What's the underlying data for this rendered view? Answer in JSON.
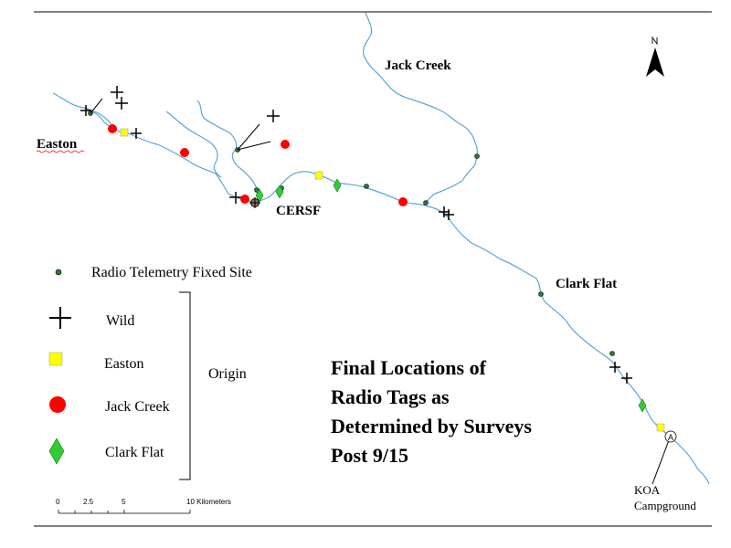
{
  "map": {
    "places": {
      "jack_creek": "Jack Creek",
      "easton": "Easton",
      "cersf": "CERSF",
      "clark_flat": "Clark Flat",
      "koa_line1": "KOA",
      "koa_line2": "Campground",
      "koa_symbol": "A"
    },
    "north_arrow_icon": "north-arrow-icon",
    "colors": {
      "river": "#5aa5d8",
      "fixed_site": "#2e7d32",
      "easton": "#ffff00",
      "jack_creek": "#ff0000",
      "clark_flat": "#33cc33"
    }
  },
  "legend": {
    "fixed_site_label": "Radio Telemetry Fixed Site",
    "wild_label": "Wild",
    "easton_label": "Easton",
    "jack_creek_label": "Jack Creek",
    "clark_flat_label": "Clark Flat",
    "origin_label": "Origin"
  },
  "title": {
    "line1": "Final Locations of",
    "line2": "Radio Tags as",
    "line3": "Determined by Surveys",
    "line4": "Post 9/15"
  },
  "scale_bar": {
    "ticks": [
      "0",
      "2.5",
      "5",
      "10 Kilometers"
    ]
  }
}
